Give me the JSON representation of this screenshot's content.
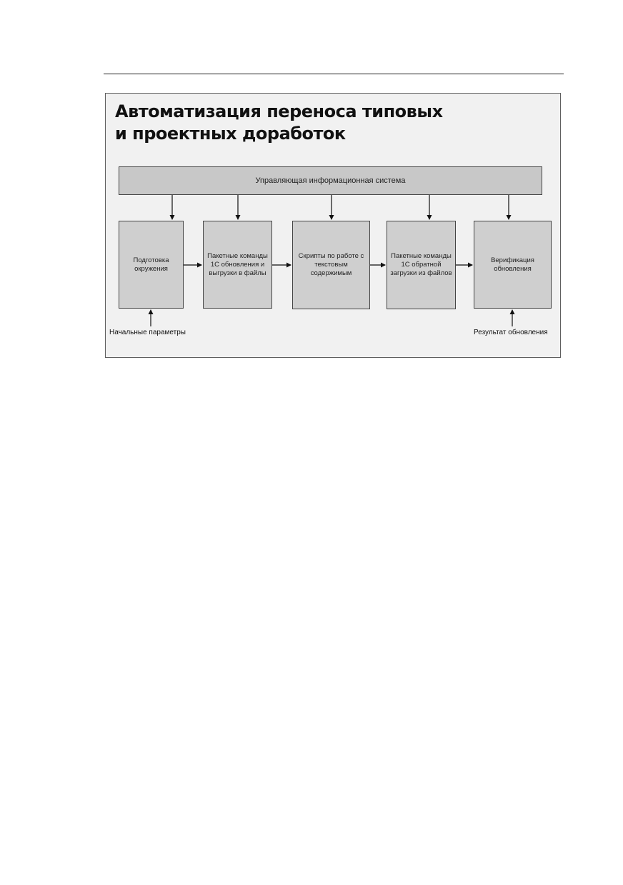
{
  "diagram": {
    "title_lines": [
      "Автоматизация переноса типовых",
      "и проектных доработок"
    ],
    "control_system": "Управляющая информационная система",
    "steps": [
      "Подготовка окружения",
      "Пакетные команды 1С обновления и выгрузки в файлы",
      "Скрипты по работе с текстовым содержимым",
      "Пакетные команды 1С обратной загрузки из файлов",
      "Верификация обновления"
    ],
    "input_label": "Начальные параметры",
    "output_label": "Результат обновления"
  }
}
